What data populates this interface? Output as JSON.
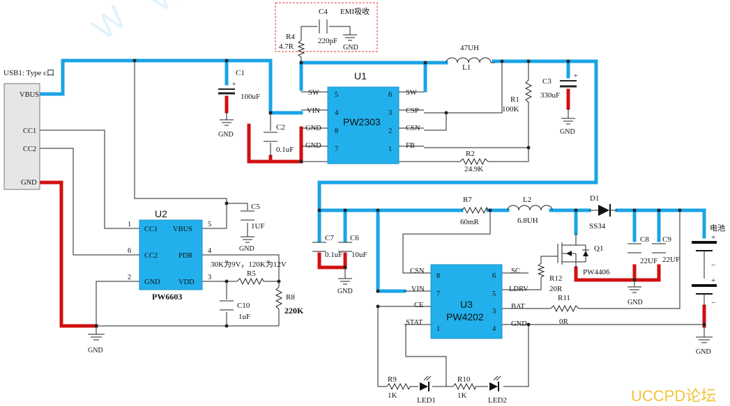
{
  "usb": {
    "title": "USB1: Type c口",
    "pins": [
      "VBUS",
      "CC1",
      "CC2",
      "GND"
    ]
  },
  "u1": {
    "ref": "U1",
    "part": "PW2303",
    "left_pins": [
      {
        "num": "5",
        "name": "SW"
      },
      {
        "num": "4",
        "name": "VIN"
      },
      {
        "num": "8",
        "name": "GND"
      },
      {
        "num": "7",
        "name": "GND"
      }
    ],
    "right_pins": [
      {
        "num": "6",
        "name": "SW"
      },
      {
        "num": "3",
        "name": "CSP"
      },
      {
        "num": "2",
        "name": "CSN"
      },
      {
        "num": "1",
        "name": "FB"
      }
    ]
  },
  "u2": {
    "ref": "U2",
    "part": "PW6603",
    "left_pins": [
      {
        "num": "1",
        "name": "CC1"
      },
      {
        "num": "6",
        "name": "CC2"
      },
      {
        "num": "2",
        "name": "GND"
      }
    ],
    "right_pins": [
      {
        "num": "5",
        "name": "VBUS"
      },
      {
        "num": "4",
        "name": "PDR"
      },
      {
        "num": "3",
        "name": "VDD"
      }
    ]
  },
  "u3": {
    "ref": "U3",
    "part": "PW4202",
    "left_pins": [
      {
        "num": "8",
        "name": "CSN"
      },
      {
        "num": "7",
        "name": "VIN"
      },
      {
        "num": "",
        "name": "CE"
      },
      {
        "num": "1",
        "name": "STAT"
      }
    ],
    "right_pins": [
      {
        "num": "6",
        "name": "SC"
      },
      {
        "num": "5",
        "name": "LDRV"
      },
      {
        "num": "3",
        "name": "BAT"
      },
      {
        "num": "4",
        "name": "GND"
      }
    ]
  },
  "emi": {
    "label": "EMI吸收",
    "c4": "C4",
    "c4_value": "220pF",
    "r4": "R4",
    "r4_value": "4.7R"
  },
  "components": {
    "c1": "C1",
    "c1_value": "100uF",
    "c2": "C2",
    "c2_value": "0.1uF",
    "c3": "C3",
    "c3_value": "330uF",
    "l1": "L1",
    "l1_value": "47UH",
    "r1": "R1",
    "r1_value": "100K",
    "r2": "R2",
    "r2_value": "24.9K",
    "c5": "C5",
    "c5_value": "1UF",
    "c10": "C10",
    "c10_value": "1uF",
    "r5": "R5",
    "r8": "R8",
    "r8_value": "220K",
    "pdr_note": "30K为9V，120K为12V",
    "r7": "R7",
    "r7_value": "60mR",
    "l2": "L2",
    "l2_value": "6.8UH",
    "d1": "D1",
    "d1_value": "SS34",
    "q1": "Q1",
    "q1_value": "PW4406",
    "c7": "C7",
    "c7_value": "0.1uF",
    "c6": "C6",
    "c6_value": "10uF",
    "c8": "C8",
    "c8_value": "22UF",
    "c9": "C9",
    "c9_value": "22UF",
    "r12": "R12",
    "r12_value": "20R",
    "r11": "R11",
    "r11_value": "0R",
    "r9": "R9",
    "r9_value": "1K",
    "r10": "R10",
    "r10_value": "1K",
    "led1": "LED1",
    "led2": "LED2",
    "battery": "电池",
    "plus": "+",
    "minus": "−"
  },
  "gnd": "GND",
  "watermark": "UCCPD论坛",
  "colors": {
    "power_trace": "#1aa3e6",
    "ground_trace": "#d11010",
    "ic_fill": "#22b0ec",
    "watermark": "#f2c23a"
  }
}
